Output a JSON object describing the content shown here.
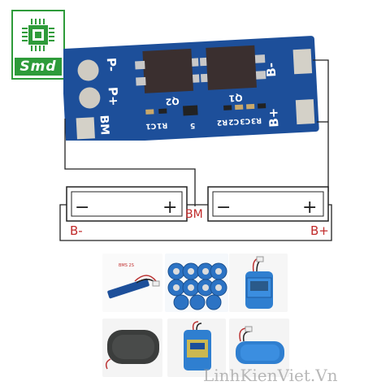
{
  "logo": {
    "text": "Smd"
  },
  "board": {
    "pad_labels": {
      "p_minus": "P-",
      "p_plus": "P+",
      "bm": "BM",
      "b_minus": "B-",
      "b_plus": "B+"
    },
    "components": {
      "q2": "Q2",
      "q1": "Q1",
      "c1": "C1",
      "r1": "R1",
      "u": "5",
      "r2": "R2",
      "c2": "C2",
      "c3": "C3",
      "r3": "R3"
    }
  },
  "diagram": {
    "bm": "BM",
    "b_minus": "B-",
    "b_plus": "B+",
    "cell_minus": "−",
    "cell_plus": "+"
  },
  "photos": {
    "tiny_label": "BMS 2S"
  },
  "watermark": "LinhKienViet.Vn",
  "colors": {
    "board": "#1d4f9a",
    "pad": "#d4d1c8",
    "logo_green": "#2e9b3a",
    "label_red": "#c02a2a"
  }
}
